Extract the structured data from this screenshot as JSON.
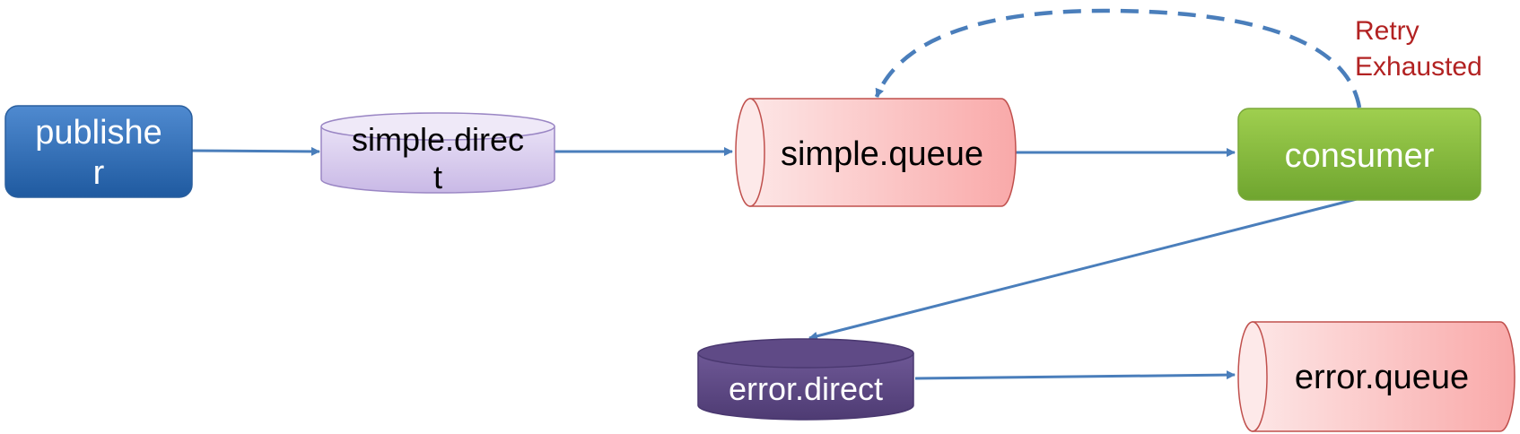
{
  "nodes": {
    "publisher": {
      "line1": "publishe",
      "line2": "r"
    },
    "simple_exchange": {
      "line1": "simple.direc",
      "line2": "t"
    },
    "simple_queue": {
      "label": "simple.queue"
    },
    "consumer": {
      "label": "consumer"
    },
    "error_exchange": {
      "label": "error.direct"
    },
    "error_queue": {
      "label": "error.queue"
    }
  },
  "annotation": {
    "line1": "Retry",
    "line2": "Exhausted"
  },
  "colors": {
    "arrow": "#4a7ebb",
    "annotation": "#b22222",
    "publisher": "#2f6db5",
    "consumer": "#8cbf3f",
    "simple_exchange": "#d8cdee",
    "error_exchange": "#5f4a86",
    "queue_fill": "#fbd0d0",
    "queue_stroke": "#c0504d"
  }
}
